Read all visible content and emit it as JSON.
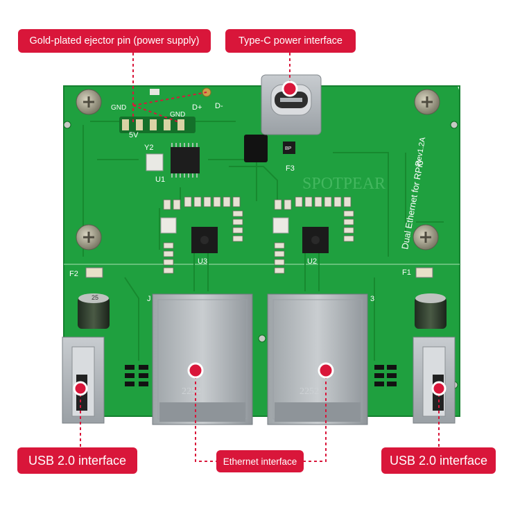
{
  "callouts": {
    "pin": "Gold-plated ejector pin (power supply)",
    "typec": "Type-C power interface",
    "usb_left": "USB 2.0 interface",
    "ethernet": "Ethernet interface",
    "usb_right": "USB 2.0 interface"
  },
  "board": {
    "silkscreen_title": "Dual Ethernet for RPi0",
    "revision": "Rev1.2A",
    "watermark": "SPOTPEAR",
    "ref_u1": "U1",
    "ref_u2": "U2",
    "ref_u3": "U3",
    "ref_y2": "Y2",
    "ref_f1": "F1",
    "ref_f2": "F2",
    "ref_f3": "F3",
    "ref_j": "J",
    "ref_3": "3",
    "pin_gnd_1": "GND",
    "pin_gnd_2": "GND",
    "pin_5v": "5V",
    "pin_dplus": "D+",
    "pin_dminus": "D-",
    "cap_marking": "25",
    "rj45_marking": "2252",
    "bp_mark": "BP"
  },
  "colors": {
    "accent": "#d9163a",
    "pcb": "#1fa03f",
    "pcb_dark": "#17862f",
    "trace": "#1b9038",
    "metal": "#b4b9bd"
  }
}
